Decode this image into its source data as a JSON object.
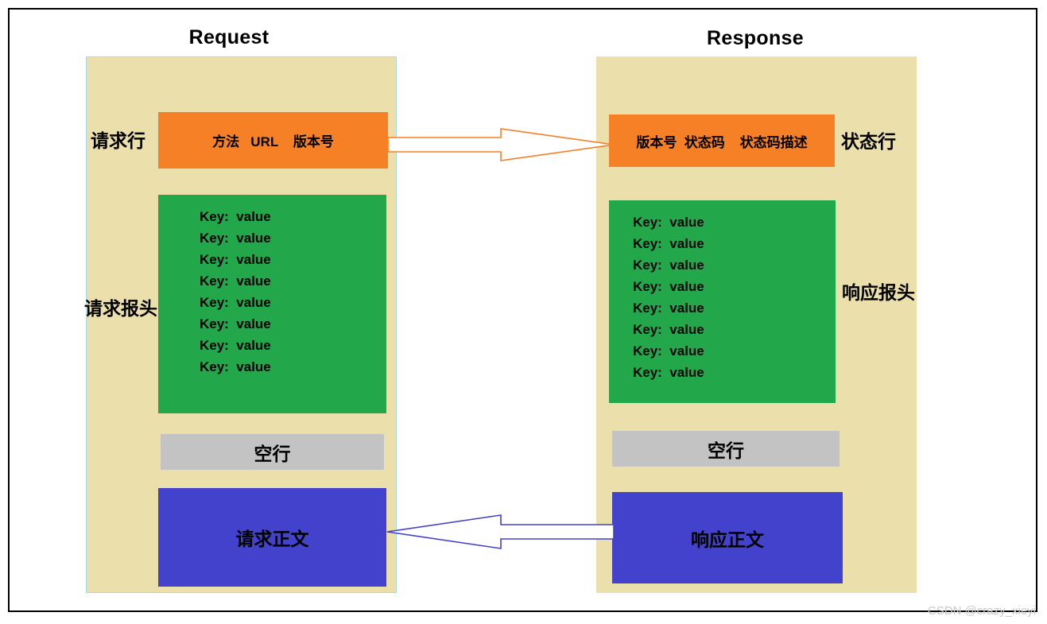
{
  "diagram": {
    "columns": {
      "request": {
        "title": "Request",
        "blocks": {
          "start_line": "方法   URL    版本号",
          "headers": [
            "Key:  value",
            "Key:  value",
            "Key:  value",
            "Key:  value",
            "Key:  value",
            "Key:  value",
            "Key:  value",
            "Key:  value"
          ],
          "blank_line": "空行",
          "body": "请求正文"
        },
        "labels": {
          "start_line": "请求行",
          "headers": "请求报头"
        }
      },
      "response": {
        "title": "Response",
        "blocks": {
          "status_line": "版本号  状态码    状态码描述",
          "headers": [
            "Key:  value",
            "Key:  value",
            "Key:  value",
            "Key:  value",
            "Key:  value",
            "Key:  value",
            "Key:  value",
            "Key:  value"
          ],
          "blank_line": "空行",
          "body": "响应正文"
        },
        "labels": {
          "status_line": "状态行",
          "headers": "响应报头"
        }
      }
    },
    "arrows": {
      "request_to_response": {
        "direction": "right",
        "color": "#f58025"
      },
      "response_to_request": {
        "direction": "left",
        "color": "#4242cc"
      }
    },
    "colors": {
      "panel_background": "#ebdfab",
      "panel_border": "#a8dbe8",
      "start_line": "#f58025",
      "headers": "#22a84a",
      "blank_line": "#c3c3c3",
      "body": "#4242cc",
      "frame": "#000000",
      "watermark": "#c9c9c9"
    }
  },
  "watermark": "CSDN @crazy_xieyi"
}
